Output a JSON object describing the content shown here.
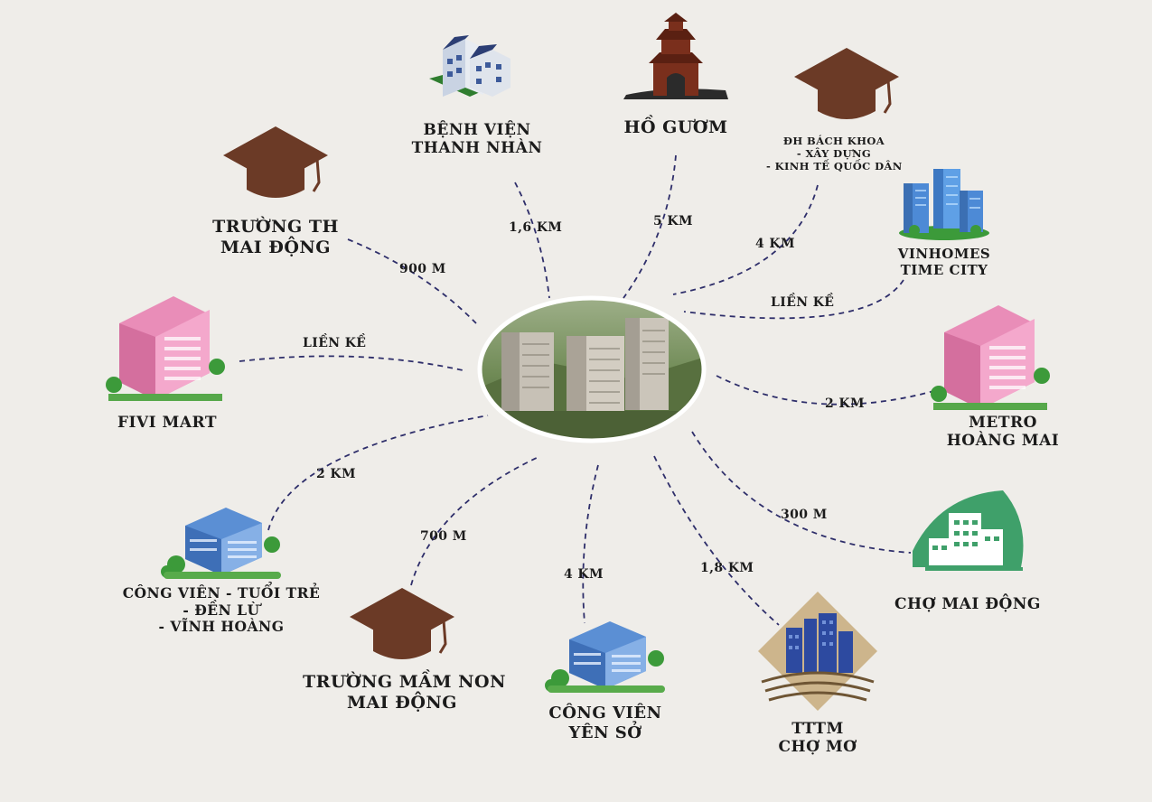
{
  "colors": {
    "background": "#efede9",
    "cap": "#6b3a26",
    "pink_building": "#e98db8",
    "blue_building": "#5b8fd4",
    "tree": "#3c9a3a",
    "market_green": "#3fa06a",
    "dash_line": "#2e2e6a"
  },
  "center": {
    "name": "project-photo"
  },
  "places": {
    "benh_vien": {
      "lines": [
        "BỆNH VIỆN",
        "THANH NHÀN"
      ],
      "distance": "1,6 KM",
      "icon": "office-building-icon"
    },
    "ho_guom": {
      "lines": [
        "HỒ GƯƠM"
      ],
      "distance": "5 KM",
      "icon": "pagoda-icon"
    },
    "dh_bach_khoa": {
      "lines": [
        "ĐH BÁCH KHOA",
        "- XÂY DỰNG",
        "- KINH TẾ QUỐC DÂN"
      ],
      "distance": "4 KM",
      "icon": "graduation-cap-icon"
    },
    "vinhomes": {
      "lines": [
        "VINHOMES",
        "TIME CITY"
      ],
      "distance": "LIỀN KỀ",
      "icon": "skyscrapers-icon"
    },
    "truong_th": {
      "lines": [
        "TRƯỜNG TH",
        "MAI ĐỘNG"
      ],
      "distance": "900 M",
      "icon": "graduation-cap-icon"
    },
    "fivi_mart": {
      "lines": [
        "FIVI MART"
      ],
      "distance": "LIỀN KỀ",
      "icon": "pink-building-icon"
    },
    "metro": {
      "lines": [
        "METRO",
        "HOÀNG MAI"
      ],
      "distance": "2 KM",
      "icon": "pink-building-icon"
    },
    "cong_vien_tuoi_tre": {
      "lines": [
        "CÔNG VIÊN - TUỔI TRẺ",
        "- ĐỀN LỪ",
        "- VĨNH HOÀNG"
      ],
      "distance": "2 KM",
      "icon": "park-building-icon"
    },
    "truong_mam_non": {
      "lines": [
        "TRƯỜNG MẦM NON",
        "MAI ĐỘNG"
      ],
      "distance": "700 M",
      "icon": "graduation-cap-icon"
    },
    "cong_vien_yen_so": {
      "lines": [
        "CÔNG VIÊN",
        "YÊN SỞ"
      ],
      "distance": "4 KM",
      "icon": "park-building-icon"
    },
    "tttm_cho_mo": {
      "lines": [
        "TTTM",
        "CHỢ MƠ"
      ],
      "distance": "1,8 KM",
      "icon": "mall-icon"
    },
    "cho_mai_dong": {
      "lines": [
        "CHỢ MAI ĐỘNG"
      ],
      "distance": "300 M",
      "icon": "market-icon"
    }
  }
}
